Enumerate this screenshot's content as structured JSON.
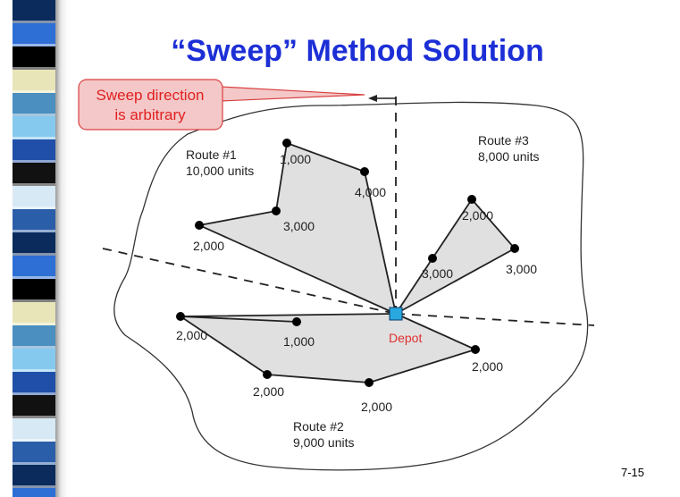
{
  "slide": {
    "title": "“Sweep” Method Solution",
    "page_number": "7-15",
    "callout": {
      "line1": "Sweep direction",
      "line2": "is arbitrary"
    },
    "depot_label": "Depot"
  },
  "routes": [
    {
      "name": "Route #1",
      "units": "10,000 units",
      "stop_labels": [
        "1,000",
        "4,000",
        "3,000",
        "2,000"
      ]
    },
    {
      "name": "Route #2",
      "units": "9,000 units",
      "stop_labels": [
        "2,000",
        "1,000",
        "2,000",
        "2,000",
        "2,000"
      ]
    },
    {
      "name": "Route #3",
      "units": "8,000 units",
      "stop_labels": [
        "2,000",
        "3,000",
        "3,000"
      ]
    }
  ],
  "colors": {
    "title": "#1c2fd6",
    "depot_fill": "#29a8e0",
    "depot_label": "#e03030",
    "callout_fill": "#f4c8c8",
    "callout_border": "#d94040",
    "callout_text": "#e02020",
    "route_fill": "#e0e0e0"
  }
}
